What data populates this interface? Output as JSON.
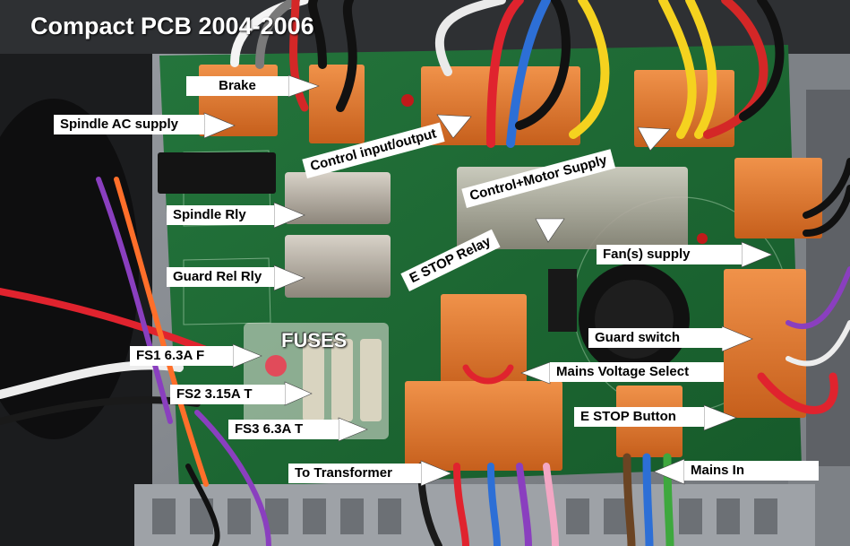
{
  "title": "Compact PCB 2004-2006",
  "fuses_heading": "FUSES",
  "labels": {
    "brake": "Brake",
    "spindle_ac_supply": "Spindle AC supply",
    "control_input_output": "Control input/output",
    "control_motor_supply": "Control+Motor Supply",
    "spindle_rly": "Spindle Rly",
    "guard_rel_rly": "Guard Rel Rly",
    "e_stop_relay": "E STOP Relay",
    "fans_supply": "Fan(s) supply",
    "guard_switch": "Guard switch",
    "mains_voltage_select": "Mains Voltage Select",
    "fs1": "FS1 6.3A F",
    "fs2": "FS2 3.15A T",
    "fs3": "FS3 6.3A T",
    "e_stop_button": "E STOP Button",
    "to_transformer": "To Transformer",
    "mains_in": "Mains In"
  },
  "colors": {
    "pcb": "#1f6b35",
    "connector": "#e07a2e",
    "cabinet": "#8c9096",
    "label_bg": "#ffffff",
    "arrow": "#ffffff"
  }
}
